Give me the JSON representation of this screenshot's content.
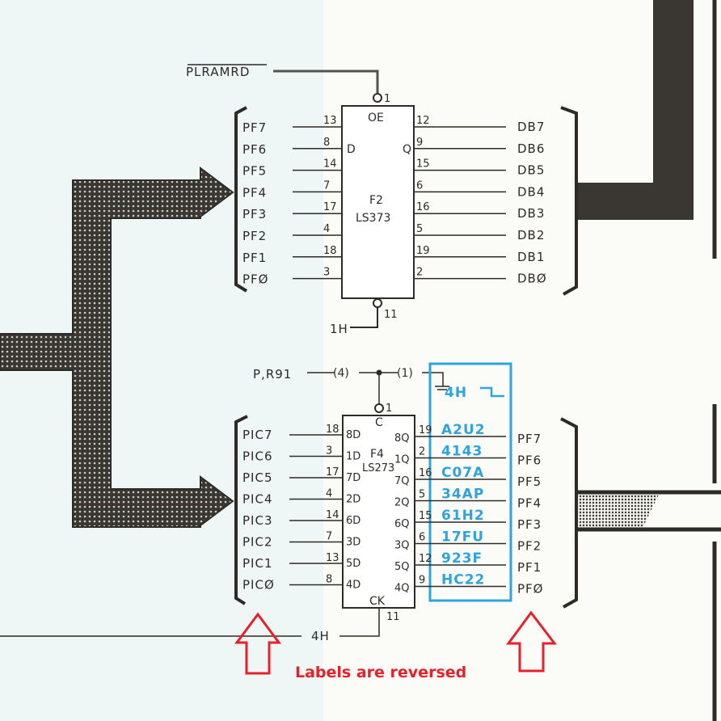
{
  "colors": {
    "ink": "#2e2a26",
    "annotation_blue": "#2ea3dc",
    "annotation_red": "#e8202a",
    "bus_fill": "#3a3632"
  },
  "top_circuit": {
    "enable_signal": "PLRAMRD",
    "enable_pin": "1",
    "enable_label": "OE",
    "chip_name": "F2",
    "chip_part": "LS373",
    "d_label": "D",
    "q_label": "Q",
    "clock_signal": "1H",
    "clock_pin": "11",
    "inputs": [
      {
        "label": "PF7",
        "pin": "13"
      },
      {
        "label": "PF6",
        "pin": "8"
      },
      {
        "label": "PF5",
        "pin": "14"
      },
      {
        "label": "PF4",
        "pin": "7"
      },
      {
        "label": "PF3",
        "pin": "17"
      },
      {
        "label": "PF2",
        "pin": "4"
      },
      {
        "label": "PF1",
        "pin": "18"
      },
      {
        "label": "PFØ",
        "pin": "3"
      }
    ],
    "outputs": [
      {
        "label": "DB7",
        "pin": "12"
      },
      {
        "label": "DB6",
        "pin": "9"
      },
      {
        "label": "DB5",
        "pin": "15"
      },
      {
        "label": "DB4",
        "pin": "6"
      },
      {
        "label": "DB3",
        "pin": "16"
      },
      {
        "label": "DB2",
        "pin": "5"
      },
      {
        "label": "DB1",
        "pin": "19"
      },
      {
        "label": "DBØ",
        "pin": "2"
      }
    ]
  },
  "bottom_circuit": {
    "reset_signal": "P,R91",
    "connector_a": "(4)",
    "connector_b": "(1)",
    "clear_pin": "1",
    "clear_label": "C",
    "chip_name": "F4",
    "chip_part": "LS273",
    "clock_label": "CK",
    "clock_pin": "11",
    "clock_signal": "4H",
    "inputs": [
      {
        "label": "PIC7",
        "pin": "18",
        "d": "8D"
      },
      {
        "label": "PIC6",
        "pin": "3",
        "d": "1D"
      },
      {
        "label": "PIC5",
        "pin": "17",
        "d": "7D"
      },
      {
        "label": "PIC4",
        "pin": "4",
        "d": "2D"
      },
      {
        "label": "PIC3",
        "pin": "14",
        "d": "6D"
      },
      {
        "label": "PIC2",
        "pin": "7",
        "d": "3D"
      },
      {
        "label": "PIC1",
        "pin": "13",
        "d": "5D"
      },
      {
        "label": "PICØ",
        "pin": "8",
        "d": "4D"
      }
    ],
    "outputs": [
      {
        "label": "PF7",
        "pin": "19",
        "q": "8Q",
        "annotation": "A2U2"
      },
      {
        "label": "PF6",
        "pin": "2",
        "q": "1Q",
        "annotation": "4143"
      },
      {
        "label": "PF5",
        "pin": "16",
        "q": "7Q",
        "annotation": "C07A"
      },
      {
        "label": "PF4",
        "pin": "5",
        "q": "2Q",
        "annotation": "34AP"
      },
      {
        "label": "PF3",
        "pin": "15",
        "q": "6Q",
        "annotation": "61H2"
      },
      {
        "label": "PF2",
        "pin": "6",
        "q": "3Q",
        "annotation": "17FU"
      },
      {
        "label": "PF1",
        "pin": "12",
        "q": "5Q",
        "annotation": "923F"
      },
      {
        "label": "PFØ",
        "pin": "9",
        "q": "4Q",
        "annotation": "HC22"
      }
    ],
    "annotation_header": "4H"
  },
  "note": {
    "text": "Labels are reversed"
  }
}
